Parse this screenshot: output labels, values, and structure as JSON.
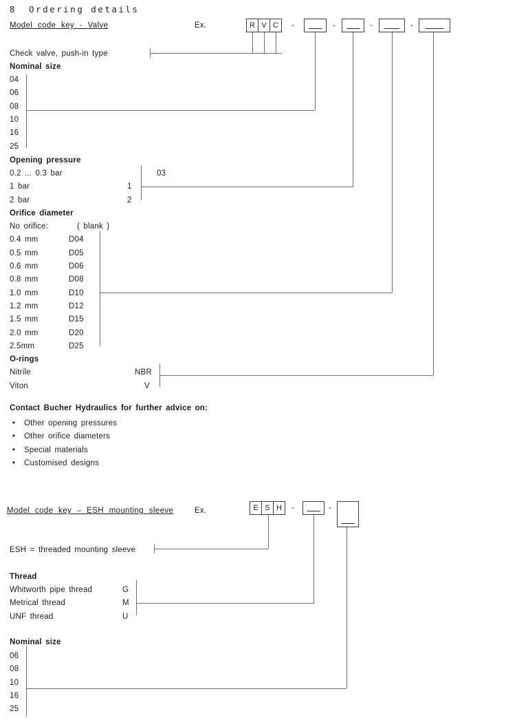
{
  "sep": "-",
  "page": {
    "number": "8",
    "title": "Ordering details"
  },
  "valve": {
    "title": "Model code key - Valve",
    "ex": "Ex.",
    "boxes": [
      "R",
      "V",
      "C"
    ],
    "check_valve": "Check valve, push-in type",
    "nominal": {
      "heading": "Nominal size",
      "items": [
        "04",
        "06",
        "08",
        "10",
        "16",
        "25"
      ]
    },
    "pressure": {
      "heading": "Opening pressure",
      "rows": [
        {
          "label": "0.2 ... 0.3 bar",
          "code": "03"
        },
        {
          "label": "1 bar",
          "code": "1"
        },
        {
          "label": "2 bar",
          "code": "2"
        }
      ]
    },
    "orifice": {
      "heading": "Orifice diameter",
      "rows": [
        {
          "label": "No orifice:",
          "code": "( blank )"
        },
        {
          "label": "0.4 mm",
          "code": "D04"
        },
        {
          "label": "0.5 mm",
          "code": "D05"
        },
        {
          "label": "0.6 mm",
          "code": "D06"
        },
        {
          "label": "0.8 mm",
          "code": "D08"
        },
        {
          "label": "1.0 mm",
          "code": "D10"
        },
        {
          "label": "1.2 mm",
          "code": "D12"
        },
        {
          "label": "1.5 mm",
          "code": "D15"
        },
        {
          "label": "2.0 mm",
          "code": "D20"
        },
        {
          "label": "2.5mm",
          "code": "D25"
        }
      ]
    },
    "orings": {
      "heading": "O-rings",
      "rows": [
        {
          "label": "Nitrile",
          "code": "NBR"
        },
        {
          "label": "Viton",
          "code": "V"
        }
      ]
    },
    "contact": {
      "heading": "Contact Bucher Hydraulics for further advice on:",
      "bullet": "•",
      "items": [
        "Other opening pressures",
        "Other orifice diameters",
        "Special materials",
        "Customised designs"
      ]
    }
  },
  "esh": {
    "title": "Model code key – ESH mounting sleeve",
    "ex": "Ex.",
    "boxes": [
      "E",
      "S",
      "H"
    ],
    "label": "ESH = threaded mounting sleeve",
    "thread": {
      "heading": "Thread",
      "rows": [
        {
          "label": "Whitworth pipe thread",
          "code": "G"
        },
        {
          "label": "Metrical thread",
          "code": "M"
        },
        {
          "label": "UNF thread",
          "code": "U"
        }
      ]
    },
    "nominal": {
      "heading": "Nominal size",
      "items": [
        "06",
        "08",
        "10",
        "16",
        "25"
      ]
    }
  }
}
